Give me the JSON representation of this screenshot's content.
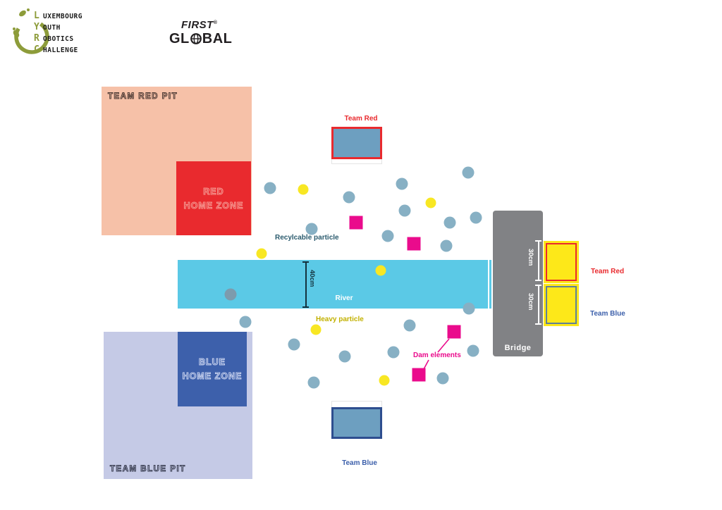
{
  "header": {
    "lyrc_lines": [
      {
        "initial": "L",
        "rest": "UXEMBOURG"
      },
      {
        "initial": "Y",
        "rest": "OUTH"
      },
      {
        "initial": "R",
        "rest": "OBOTICS"
      },
      {
        "initial": "C",
        "rest": "HALLENGE"
      }
    ],
    "first_logo": {
      "first": "FIRST",
      "reg": "®",
      "global_prefix": "GL",
      "global_suffix": "BAL"
    }
  },
  "field": {
    "red_pit_label": "TEAM RED PIT",
    "red_home_zone_line1": "RED",
    "red_home_zone_line2": "HOME ZONE",
    "blue_home_zone_line1": "BLUE",
    "blue_home_zone_line2": "HOME ZONE",
    "blue_pit_label": "TEAM BLUE PIT",
    "river_label": "River",
    "river_width_label": "40cm",
    "bridge_label": "Bridge",
    "red_table_label": "Team Red",
    "blue_table_label": "Team Blue",
    "ramp_red_label": "Team Red",
    "ramp_blue_label": "Team Blue",
    "ramp_red_dim": "30cm",
    "ramp_blue_dim": "30cm"
  },
  "legend": {
    "recyclable_label": "Recylcable particle",
    "heavy_label": "Heavy particle",
    "dam_label": "Dam elements"
  },
  "colors": {
    "red": "#e92a2e",
    "blue": "#3d60ab",
    "salmon_pit": "#f6c1a8",
    "lavender_pit": "#c5cae6",
    "river_blue": "#5bc9e6",
    "table_fill": "#6d9fc0",
    "table_blue_border": "#2e4e8f",
    "bridge_gray": "#818285",
    "ramp_yellow": "#fde819",
    "ramp_blue_border": "#5f8097",
    "recyclable_particle": "#87b0c4",
    "recyclable_particle_muted": "#7d9bad",
    "heavy_particle": "#f8e723",
    "dam_element": "#ea0b8c",
    "recyclable_text": "#2b5b6e",
    "heavy_text": "#c2b100",
    "logo_green": "#8d9c3a",
    "logo_dark": "#232022"
  },
  "particles": {
    "recyclable": [
      [
        383,
        267
      ],
      [
        495,
        280
      ],
      [
        570,
        261
      ],
      [
        574,
        299
      ],
      [
        664,
        245
      ],
      [
        638,
        316
      ],
      [
        675,
        309
      ],
      [
        550,
        335
      ],
      [
        633,
        349
      ],
      [
        442,
        325
      ],
      [
        327,
        418,
        "muted"
      ],
      [
        348,
        457
      ],
      [
        417,
        489
      ],
      [
        489,
        506
      ],
      [
        581,
        462
      ],
      [
        558,
        500
      ],
      [
        665,
        438
      ],
      [
        671,
        498
      ],
      [
        628,
        537
      ],
      [
        445,
        543
      ]
    ],
    "heavy": [
      [
        430,
        269
      ],
      [
        611,
        288
      ],
      [
        371,
        360
      ],
      [
        540,
        384
      ],
      [
        448,
        468
      ],
      [
        545,
        540
      ]
    ],
    "dam": [
      [
        505,
        316
      ],
      [
        587,
        346
      ],
      [
        644,
        471
      ],
      [
        594,
        532
      ]
    ],
    "dam_connectors": [
      [
        637,
        481,
        621,
        500
      ],
      [
        608,
        511,
        601,
        524
      ]
    ],
    "recyclable_radius": 8.5,
    "heavy_radius": 7.5,
    "dam_size": 19
  }
}
